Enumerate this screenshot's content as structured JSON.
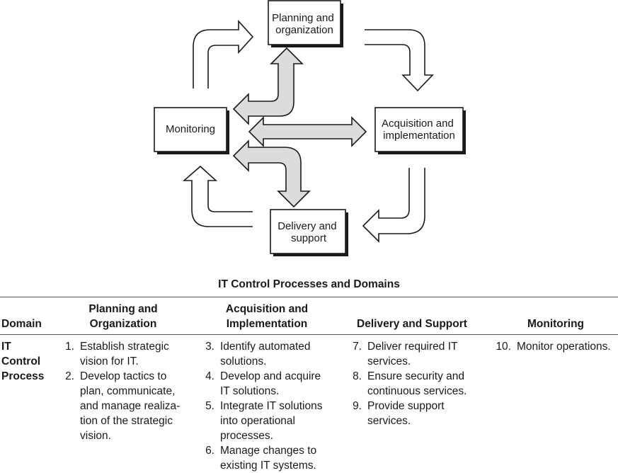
{
  "diagram": {
    "nodes": {
      "planning": [
        "Planning and",
        "organization"
      ],
      "acquisition": [
        "Acquisition and",
        "implementation"
      ],
      "delivery": [
        "Delivery and",
        "support"
      ],
      "monitoring": [
        "Monitoring"
      ]
    }
  },
  "table": {
    "title": "IT Control Processes and Domains",
    "domain_header": "Domain",
    "row_label": [
      "IT",
      "Control",
      "Process"
    ],
    "columns": [
      {
        "header": [
          "Planning and",
          "Organization"
        ],
        "items": [
          {
            "num": "1.",
            "lines": [
              "Establish strategic",
              "vision for IT."
            ]
          },
          {
            "num": "2.",
            "lines": [
              "Develop tactics to",
              "plan, communicate,",
              "and manage realiza-",
              "tion of the strategic",
              "vision."
            ]
          }
        ]
      },
      {
        "header": [
          "Acquisition and",
          "Implementation"
        ],
        "items": [
          {
            "num": "3.",
            "lines": [
              "Identify automated",
              "solutions."
            ]
          },
          {
            "num": "4.",
            "lines": [
              "Develop and acquire",
              "IT solutions."
            ]
          },
          {
            "num": "5.",
            "lines": [
              "Integrate IT solutions",
              "into operational",
              "processes."
            ]
          },
          {
            "num": "6.",
            "lines": [
              "Manage changes to",
              "existing IT systems."
            ]
          }
        ]
      },
      {
        "header": [
          "Delivery and Support"
        ],
        "items": [
          {
            "num": "7.",
            "lines": [
              "Deliver required IT",
              "services."
            ]
          },
          {
            "num": "8.",
            "lines": [
              "Ensure security and",
              "continuous services."
            ]
          },
          {
            "num": "9.",
            "lines": [
              "Provide support",
              "services."
            ]
          }
        ]
      },
      {
        "header": [
          "Monitoring"
        ],
        "items": [
          {
            "num": "10.",
            "lines": [
              "Monitor operations."
            ]
          }
        ]
      }
    ]
  }
}
